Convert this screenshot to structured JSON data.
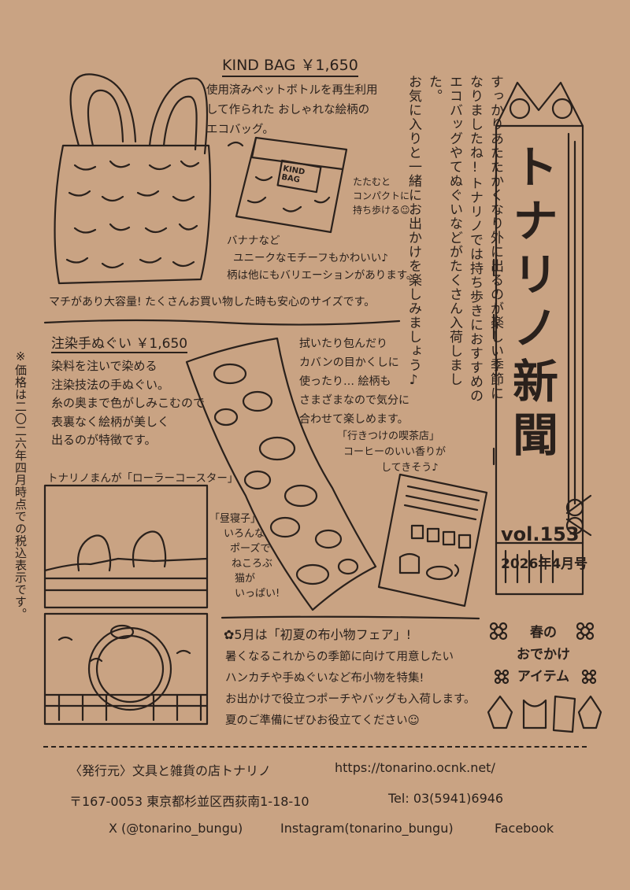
{
  "kind_bag": {
    "title": "KIND BAG ￥1,650",
    "desc_lines": [
      "使用済みペットボトルを再生利用",
      "して作られた おしゃれな絵柄の",
      "エコバッグ。"
    ],
    "fold_note": [
      "たたむと",
      "コンパクトに",
      "持ち歩ける☺"
    ],
    "bag_label": "KIND BAG",
    "motif_lines": [
      "バナナなど",
      "ユニークなモチーフもかわいい♪",
      "柄は他にもバリエーションがあります。"
    ],
    "capacity": "マチがあり大容量! たくさんお買い物した時も安心のサイズです。"
  },
  "intro": [
    "すっかりあたたかくなり外に出るのが楽しい季節に",
    "なりましたね!トナリノでは持ち歩きにおすすめの",
    "エコバッグやてぬぐいなどがたくさん入荷しました。",
    "お気に入りと一緒にお出かけを楽しみましょう♪"
  ],
  "masthead": {
    "title": "トナリノ新聞",
    "volume": "vol.153",
    "date": "2026年4月号"
  },
  "tenugui": {
    "title": "注染手ぬぐい ￥1,650",
    "desc_lines": [
      "染料を注いで染める",
      "注染技法の手ぬぐい。",
      "糸の奥まで色がしみこむので",
      "表裏なく絵柄が美しく",
      "出るのが特徴です。"
    ],
    "usage_lines": [
      "拭いたり包んだり",
      "カバンの目かくしに",
      "使ったり… 絵柄も",
      "さまざまなので気分に",
      "合わせて楽しめます。"
    ],
    "cafe_note": [
      "「行きつけの喫茶店」",
      "コーヒーのいい香りが",
      "してきそう♪"
    ],
    "nap_note": [
      "「昼寝子」",
      "いろんな",
      "ポーズで",
      "ねころぶ",
      "猫が",
      "いっぱい!"
    ]
  },
  "price_note": "※価格は二〇二六年四月時点での税込表示です。",
  "manga": {
    "title": "トナリノまんが「ローラーコースター」"
  },
  "fair": {
    "title": "✿5月は「初夏の布小物フェア」!",
    "lines": [
      "暑くなるこれからの季節に向けて用意したい",
      "ハンカチや手ぬぐいなど布小物を特集!",
      "お出かけで役立つポーチやバッグも入荷します。",
      "夏のご準備にぜひお役立てください☺"
    ]
  },
  "spring": {
    "lines": [
      "春の",
      "おでかけ",
      "アイテム"
    ]
  },
  "footer": {
    "publisher": "〈発行元〉文具と雑貨の店トナリノ",
    "url": "https://tonarino.ocnk.net/",
    "address": "〒167-0053 東京都杉並区西荻南1-18-10",
    "tel": "Tel: 03(5941)6946",
    "x": "X (@tonarino_bungu)",
    "instagram": "Instagram(tonarino_bungu)",
    "facebook": "Facebook"
  },
  "colors": {
    "paper": "#c9a383",
    "ink": "#2a211c"
  }
}
